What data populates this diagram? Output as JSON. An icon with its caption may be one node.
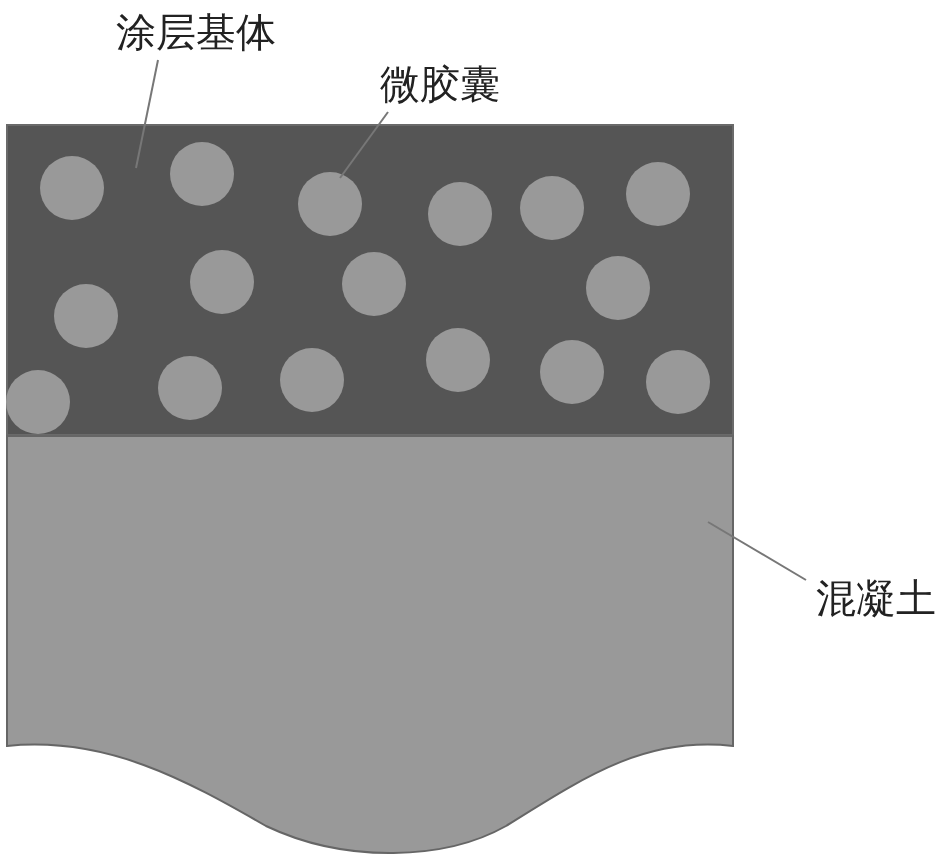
{
  "diagram": {
    "nodes": [
      {
        "text": [
          "涂层基体"
        ]
      },
      {
        "text": [
          "微胶囊"
        ]
      },
      {
        "text": [],
        "shape": "box"
      },
      {
        "text": [],
        "shape": "circle",
        "in": 2
      },
      {
        "text": [],
        "shape": "box"
      },
      {
        "text": [
          "混凝土"
        ]
      }
    ],
    "edges": [
      {
        "from": 0,
        "to": 2,
        "arrow": "none"
      },
      {
        "from": 1,
        "to": 3,
        "arrow": "none"
      },
      {
        "from": 5,
        "to": 4,
        "arrow": "none"
      }
    ]
  }
}
